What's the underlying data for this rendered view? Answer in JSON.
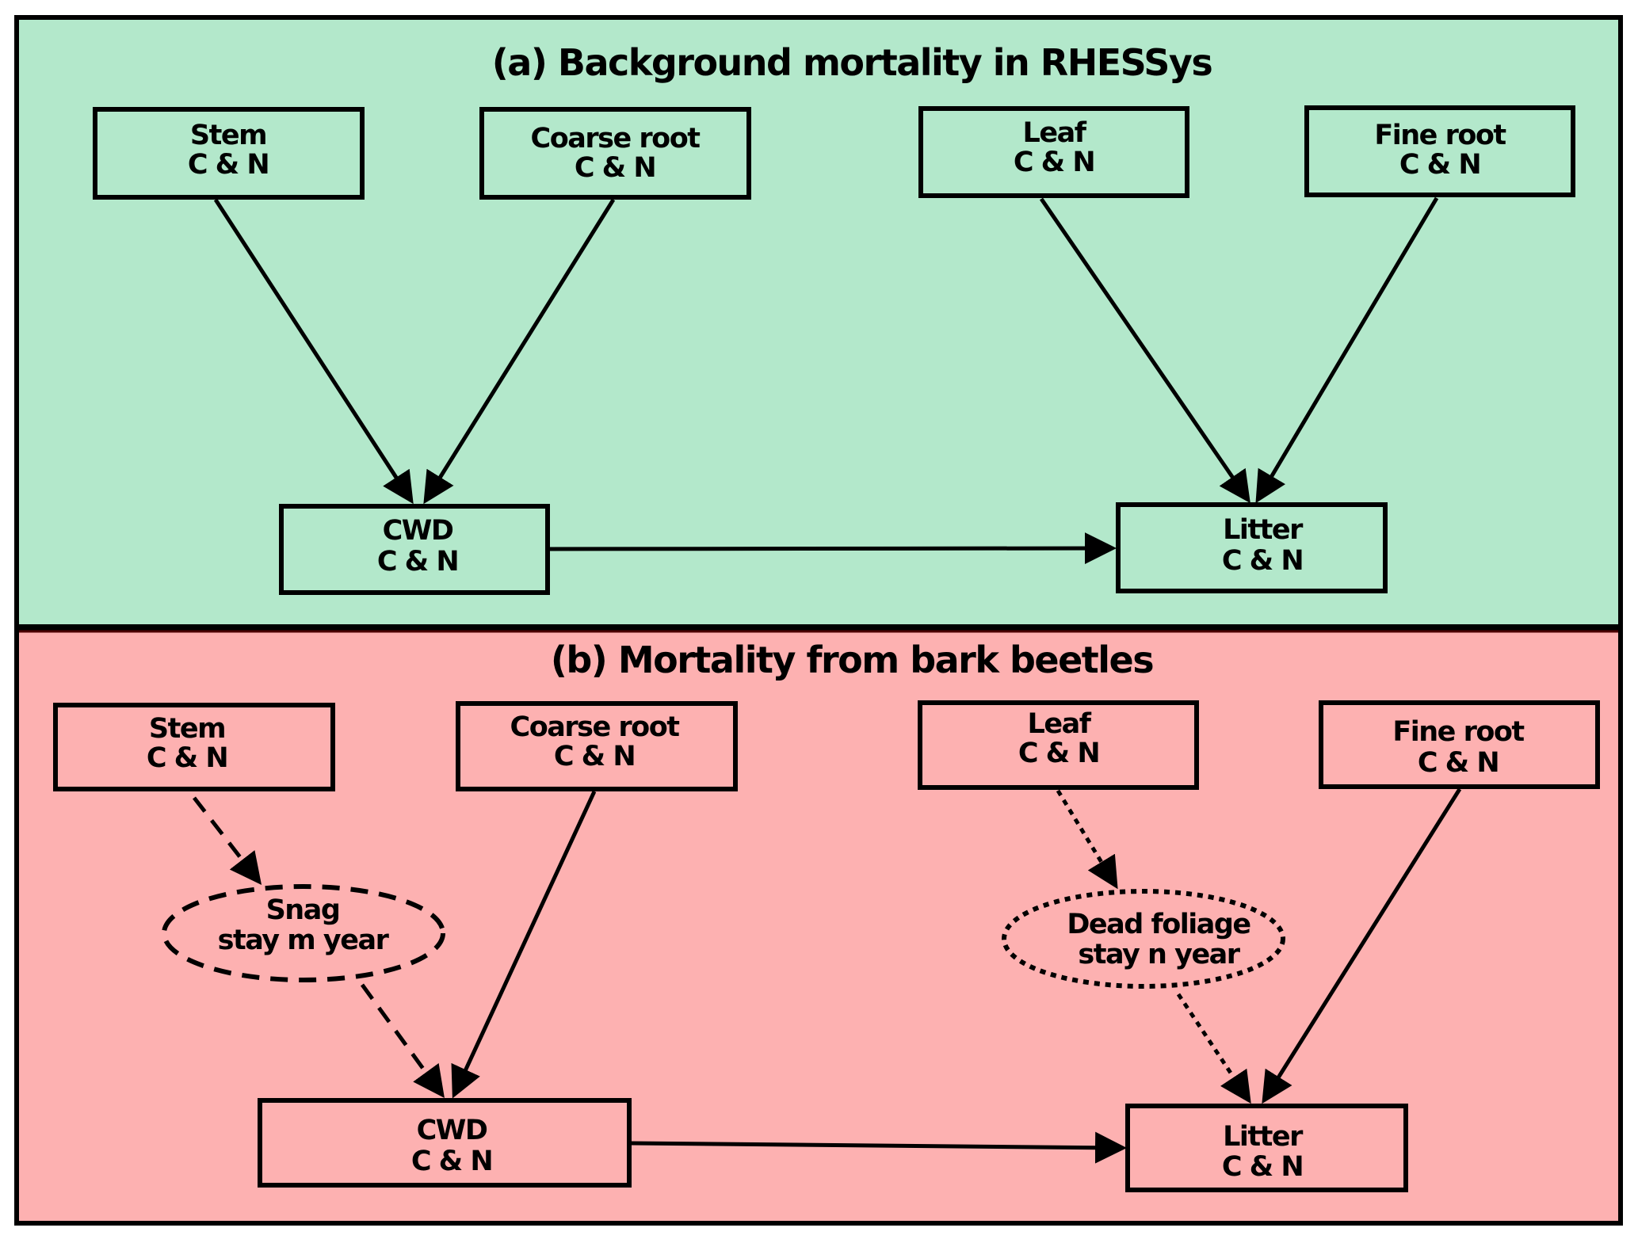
{
  "panel_a": {
    "title": "(a) Background mortality in RHESSys",
    "color": "#b3e8cb",
    "nodes": {
      "stem": {
        "line1": "Stem",
        "line2": "C & N"
      },
      "coarse_root": {
        "line1": "Coarse root",
        "line2": "C & N"
      },
      "leaf": {
        "line1": "Leaf",
        "line2": "C & N"
      },
      "fine_root": {
        "line1": "Fine root",
        "line2": "C & N"
      },
      "cwd": {
        "line1": "CWD",
        "line2": "C & N"
      },
      "litter": {
        "line1": "Litter",
        "line2": "C & N"
      }
    },
    "edges": [
      {
        "from": "stem",
        "to": "cwd",
        "style": "solid"
      },
      {
        "from": "coarse_root",
        "to": "cwd",
        "style": "solid"
      },
      {
        "from": "leaf",
        "to": "litter",
        "style": "solid"
      },
      {
        "from": "fine_root",
        "to": "litter",
        "style": "solid"
      },
      {
        "from": "cwd",
        "to": "litter",
        "style": "solid"
      }
    ]
  },
  "panel_b": {
    "title": "(b) Mortality from bark beetles",
    "color": "#fdb1b1",
    "nodes": {
      "stem": {
        "line1": "Stem",
        "line2": "C & N"
      },
      "coarse_root": {
        "line1": "Coarse root",
        "line2": "C & N"
      },
      "leaf": {
        "line1": "Leaf",
        "line2": "C & N"
      },
      "fine_root": {
        "line1": "Fine root",
        "line2": "C & N"
      },
      "snag": {
        "line1": "Snag",
        "line2": "stay m year"
      },
      "dead_foliage": {
        "line1": "Dead foliage",
        "line2": "stay n year"
      },
      "cwd": {
        "line1": "CWD",
        "line2": "C & N"
      },
      "litter": {
        "line1": "Litter",
        "line2": "C & N"
      }
    },
    "edges": [
      {
        "from": "stem",
        "to": "snag",
        "style": "dashed"
      },
      {
        "from": "snag",
        "to": "cwd",
        "style": "dashed"
      },
      {
        "from": "coarse_root",
        "to": "cwd",
        "style": "solid"
      },
      {
        "from": "leaf",
        "to": "dead_foliage",
        "style": "dotted"
      },
      {
        "from": "dead_foliage",
        "to": "litter",
        "style": "dotted"
      },
      {
        "from": "fine_root",
        "to": "litter",
        "style": "solid"
      },
      {
        "from": "cwd",
        "to": "litter",
        "style": "solid"
      }
    ]
  }
}
